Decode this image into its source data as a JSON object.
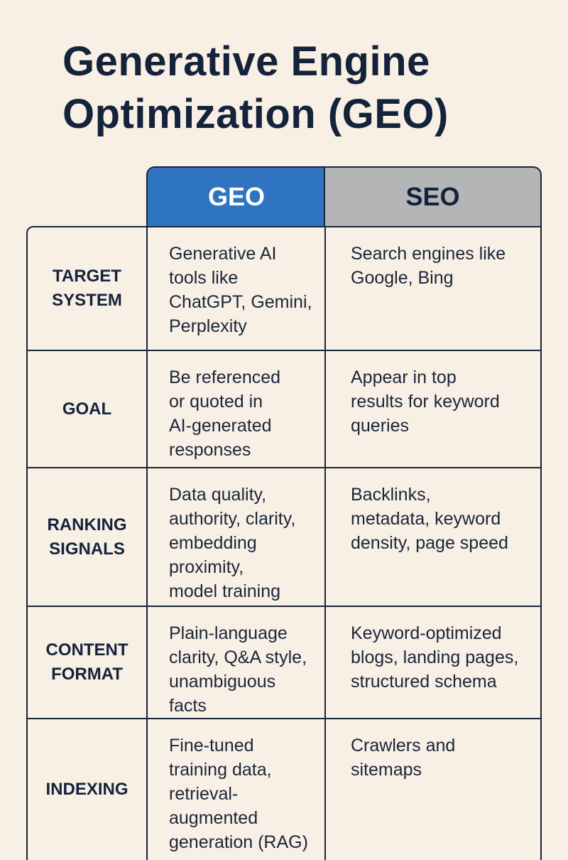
{
  "title": "Generative Engine\nOptimization (GEO)",
  "colors": {
    "background": "#f8efe5",
    "geo_header": "#2f74c0",
    "seo_header": "#b3b5b7",
    "text": "#1a2638"
  },
  "headers": {
    "geo": "GEO",
    "seo": "SEO"
  },
  "rows": [
    {
      "label": "TARGET\nSYSTEM",
      "geo": "Generative AI\ntools like\nChatGPT, Gemini,\nPerplexity",
      "seo": "Search engines like\nGoogle, Bing"
    },
    {
      "label": "GOAL",
      "geo": "Be referenced\nor quoted in\nAI-generated\nresponses",
      "seo": "Appear in top\nresults for keyword\nqueries"
    },
    {
      "label": "RANKING\nSIGNALS",
      "geo": "Data quality,\nauthority, clarity,\nembedding\nproximity,\nmodel training",
      "seo": "Backlinks,\nmetadata, keyword\ndensity, page speed"
    },
    {
      "label": "CONTENT\nFORMAT",
      "geo": "Plain-language\nclarity, Q&A style,\nunambiguous\nfacts",
      "seo": "Keyword-optimized\nblogs, landing pages,\nstructured schema"
    },
    {
      "label": "INDEXING",
      "geo": "Fine-tuned\ntraining data,\nretrieval-\naugmented\ngeneration (RAG)",
      "seo": "Crawlers and\nsitemaps"
    }
  ]
}
